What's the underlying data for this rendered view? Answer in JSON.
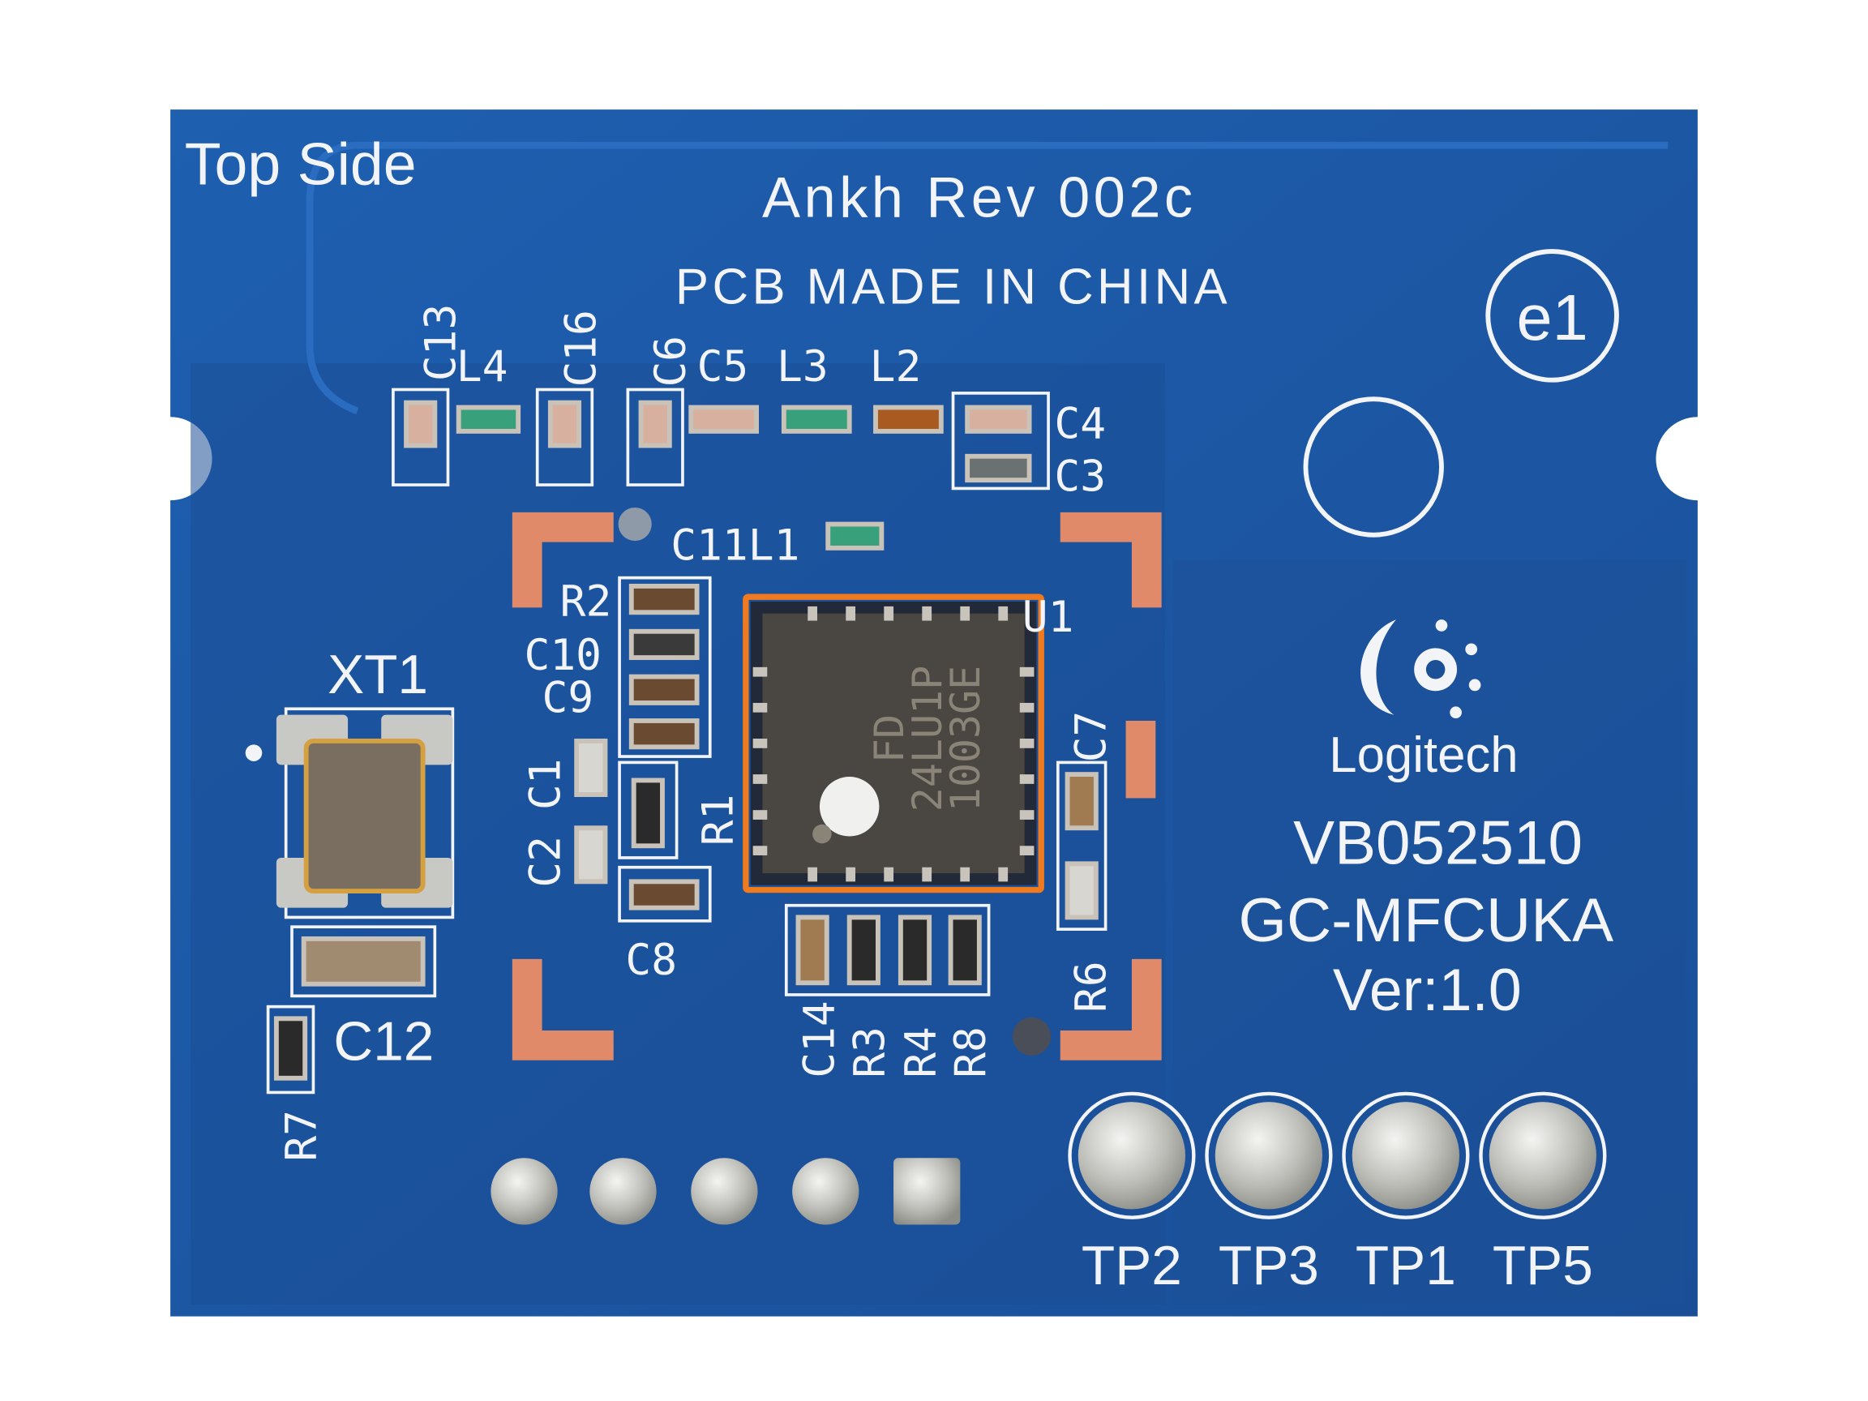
{
  "board": {
    "side_label": "Top Side",
    "revision": "Ankh Rev 002c",
    "origin": "PCB MADE IN CHINA",
    "compliance_mark": "e1",
    "brand": "Logitech",
    "part_number": "VB052510",
    "model": "GC-MFCUKA",
    "version": "Ver:1.0",
    "colors": {
      "pcb": "#1f5aa6",
      "silkscreen": "#f2f4f8",
      "copper": "#e08a6a",
      "highlight": "#f07a1e"
    }
  },
  "components": {
    "C13": "C13",
    "L4": "L4",
    "C16": "C16",
    "C6": "C6",
    "C5": "C5",
    "L3": "L3",
    "L2": "L2",
    "C4": "C4",
    "C3": "C3",
    "C11L1": "C11L1",
    "U1": "U1",
    "R2": "R2",
    "C10": "C10",
    "C9": "C9",
    "C1": "C1",
    "C2": "C2",
    "R1": "R1",
    "C8": "C8",
    "XT1": "XT1",
    "C12": "C12",
    "R7": "R7",
    "C7": "C7",
    "R6": "R6",
    "C14": "C14",
    "R3": "R3",
    "R4": "R4",
    "R8": "R8"
  },
  "chip": {
    "marking": [
      "FD",
      "24LU1P",
      "1003GE"
    ],
    "highlighted": true
  },
  "test_points": [
    "TP2",
    "TP3",
    "TP1",
    "TP5"
  ]
}
